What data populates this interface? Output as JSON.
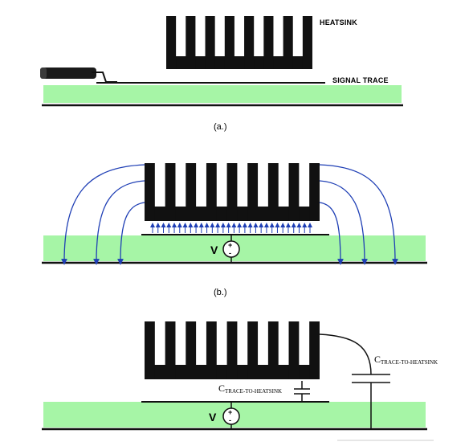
{
  "panel_a": {
    "heatsink_label": "HEATSINK",
    "signal_trace_label": "SIGNAL TRACE",
    "caption": "(a.)"
  },
  "panel_b": {
    "source_label": "V",
    "caption": "(b.)"
  },
  "panel_c": {
    "source_label": "V",
    "cap1_main": "C",
    "cap1_sub": "TRACE-TO-HEATSINK",
    "cap2_main": "C",
    "cap2_sub": "TRACE-TO-HEATSINK"
  },
  "colors": {
    "board_fill": "#a6f5a6",
    "metal": "#111111",
    "field_lines": "#1f3fb5",
    "background": "#ffffff"
  }
}
